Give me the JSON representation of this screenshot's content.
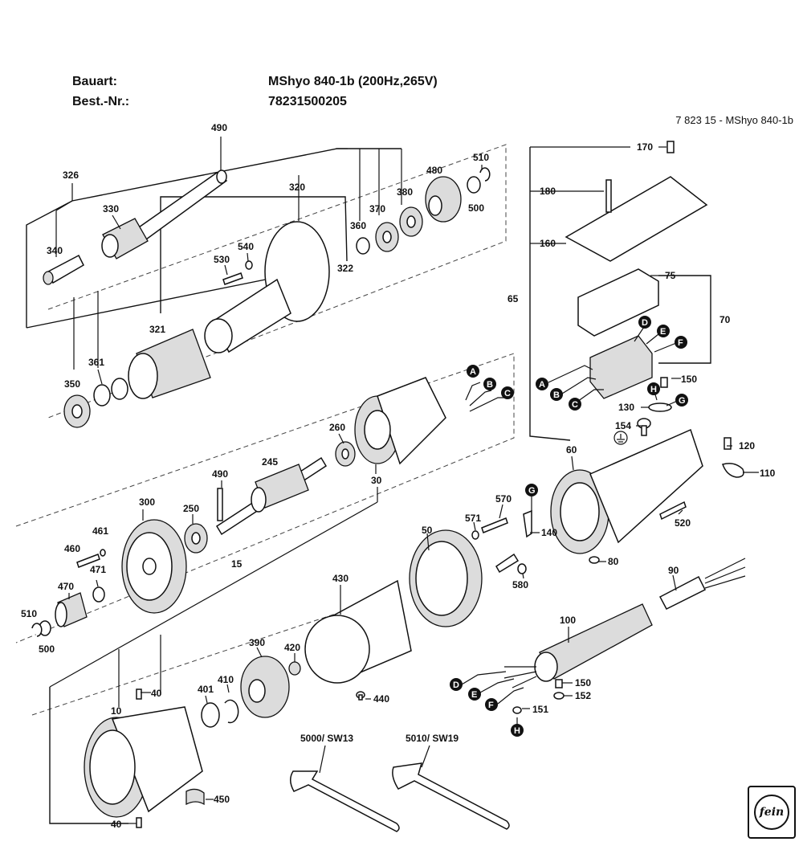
{
  "header": {
    "bauart_label": "Bauart:",
    "bauart_value": "MShyo 840-1b (200Hz,265V)",
    "bestnr_label": "Best.-Nr.:",
    "bestnr_value": "78231500205",
    "doc_ref": "7 823 15 - MShyo 840-1b"
  },
  "parts": {
    "p490a": "490",
    "p326": "326",
    "p330": "330",
    "p340": "340",
    "p320": "320",
    "p360": "360",
    "p370": "370",
    "p380": "380",
    "p480": "480",
    "p510a": "510",
    "p500a": "500",
    "p540": "540",
    "p530": "530",
    "p322": "322",
    "p321": "321",
    "p350": "350",
    "p361": "361",
    "p260": "260",
    "p245": "245",
    "p490b": "490",
    "p30": "30",
    "p300": "300",
    "p250": "250",
    "p461": "461",
    "p460": "460",
    "p470": "470",
    "p471": "471",
    "p510b": "510",
    "p500b": "500",
    "p15": "15",
    "p50": "50",
    "p430": "430",
    "p390": "390",
    "p420": "420",
    "p401": "401",
    "p410": "410",
    "p40a": "40",
    "p40b": "40",
    "p10": "10",
    "p440": "440",
    "p450": "450",
    "p5000": "5000/ SW13",
    "p5010": "5010/ SW19",
    "p170": "170",
    "p180": "180",
    "p160": "160",
    "p65": "65",
    "p75": "75",
    "p70": "70",
    "p150a": "150",
    "p130": "130",
    "p154": "154",
    "p60": "60",
    "p120": "120",
    "p110": "110",
    "p520": "520",
    "p80": "80",
    "p570": "570",
    "p571": "571",
    "p140": "140",
    "p580": "580",
    "p90": "90",
    "p100": "100",
    "p150b": "150",
    "p152": "152",
    "p151": "151"
  },
  "markers": {
    "A": "A",
    "B": "B",
    "C": "C",
    "D": "D",
    "E": "E",
    "F": "F",
    "G": "G",
    "H": "H"
  },
  "logo": {
    "text": "fein"
  }
}
